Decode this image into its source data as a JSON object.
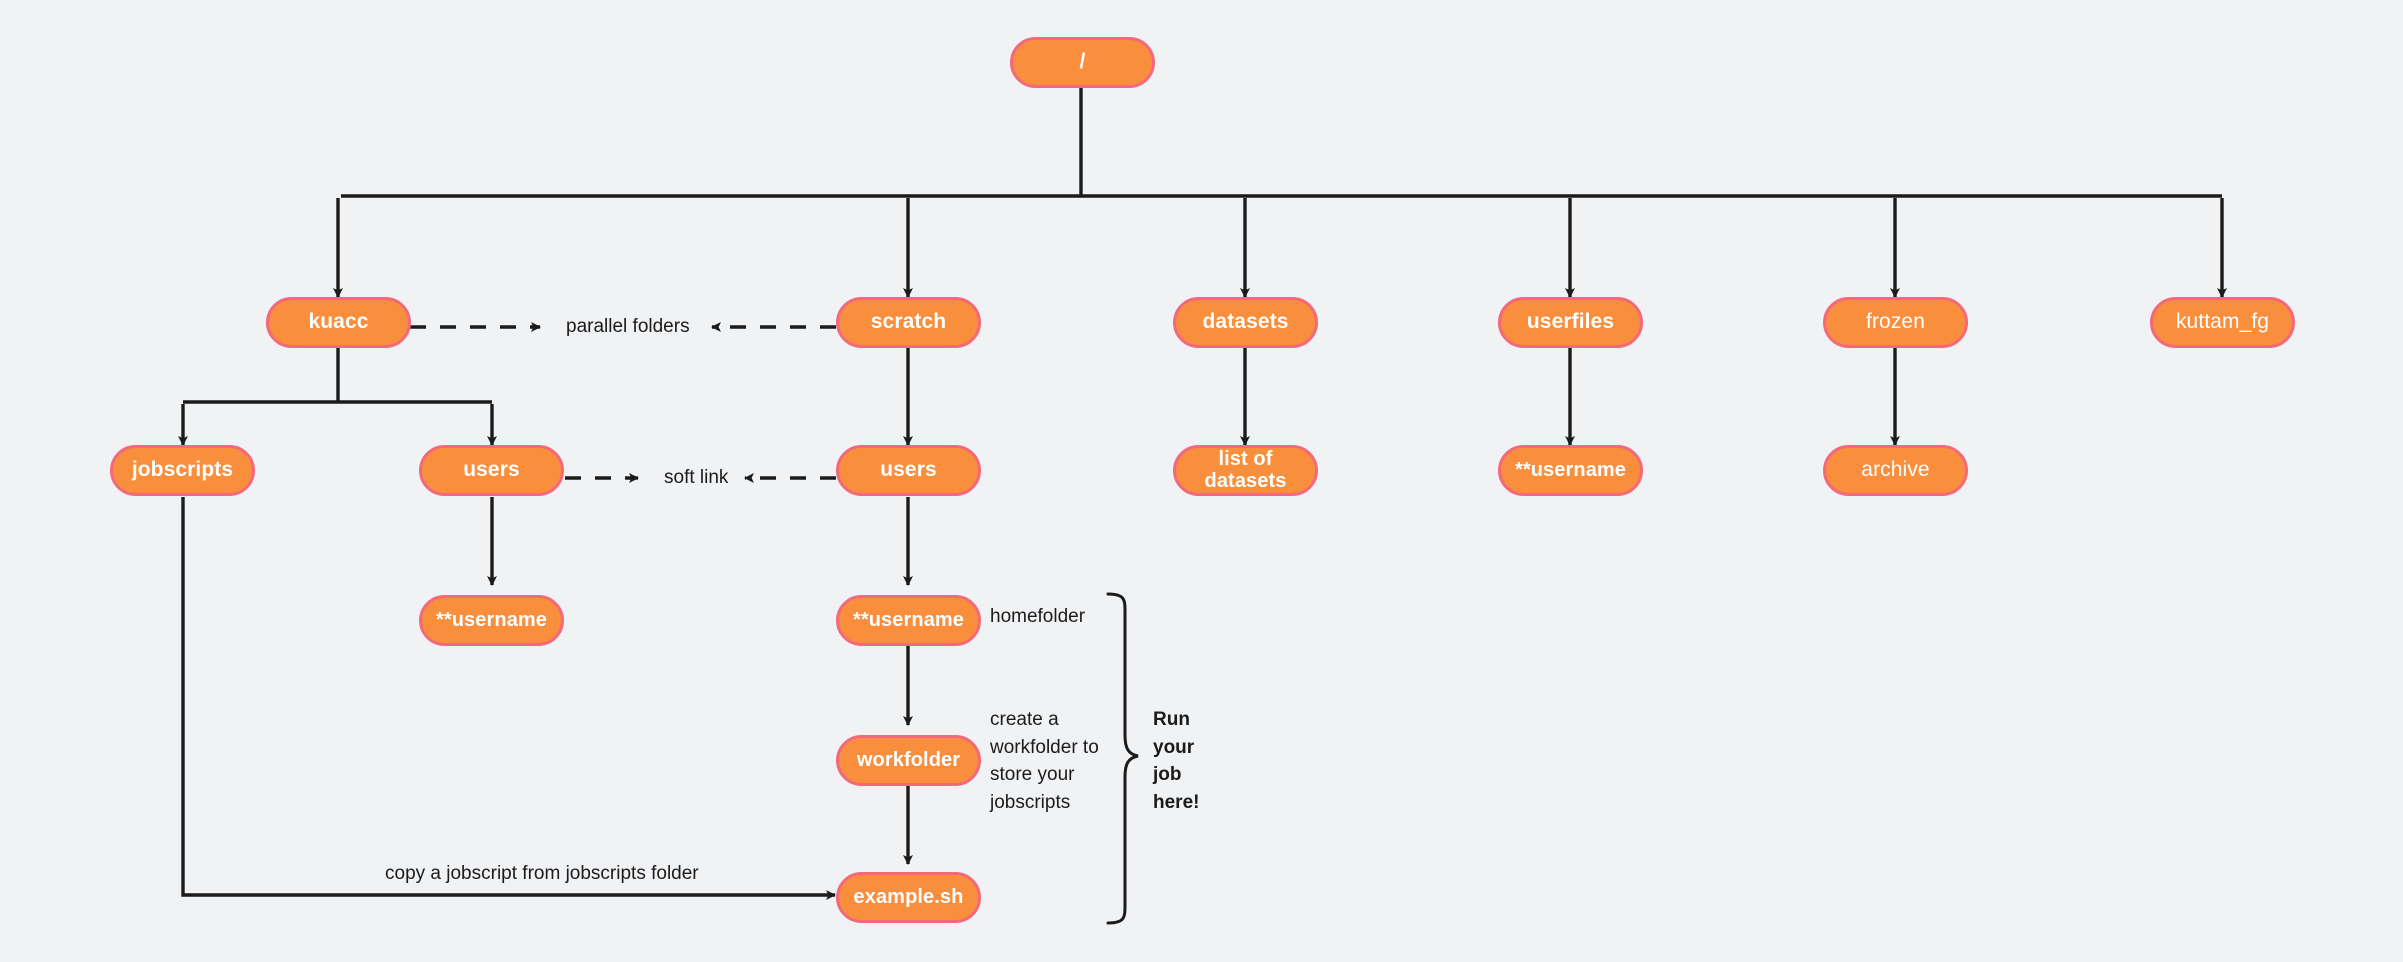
{
  "diagram": {
    "title": "KUACC filesystem tree",
    "colors": {
      "background": "#f1f2f4",
      "node_fill": "#F98E3D",
      "node_border": "#F4687C",
      "node_text": "#ffffff",
      "edge": "#1b1b1b",
      "label_text": "#1b1b1b"
    }
  },
  "nodes": {
    "root": "/",
    "kuacc": "kuacc",
    "scratch": "scratch",
    "datasets": "datasets",
    "userfiles": "userfiles",
    "frozen": "frozen",
    "kuttam_fg": "kuttam_fg",
    "jobscripts": "jobscripts",
    "kuacc_users": "users",
    "scratch_users": "users",
    "list_of_datasets": "list of\ndatasets",
    "userfiles_username": "**username",
    "archive": "archive",
    "kuacc_username": "**username",
    "scratch_username": "**username",
    "workfolder": "workfolder",
    "example_sh": "example.sh"
  },
  "labels": {
    "parallel_folders": "parallel folders",
    "soft_link": "soft link",
    "homefolder": "homefolder",
    "create_workfolder": "create a\nworkfolder to\nstore your\njobscripts",
    "run_your_job_here": "Run\nyour\njob\nhere!",
    "copy_jobscript": "copy a jobscript from jobscripts folder"
  }
}
